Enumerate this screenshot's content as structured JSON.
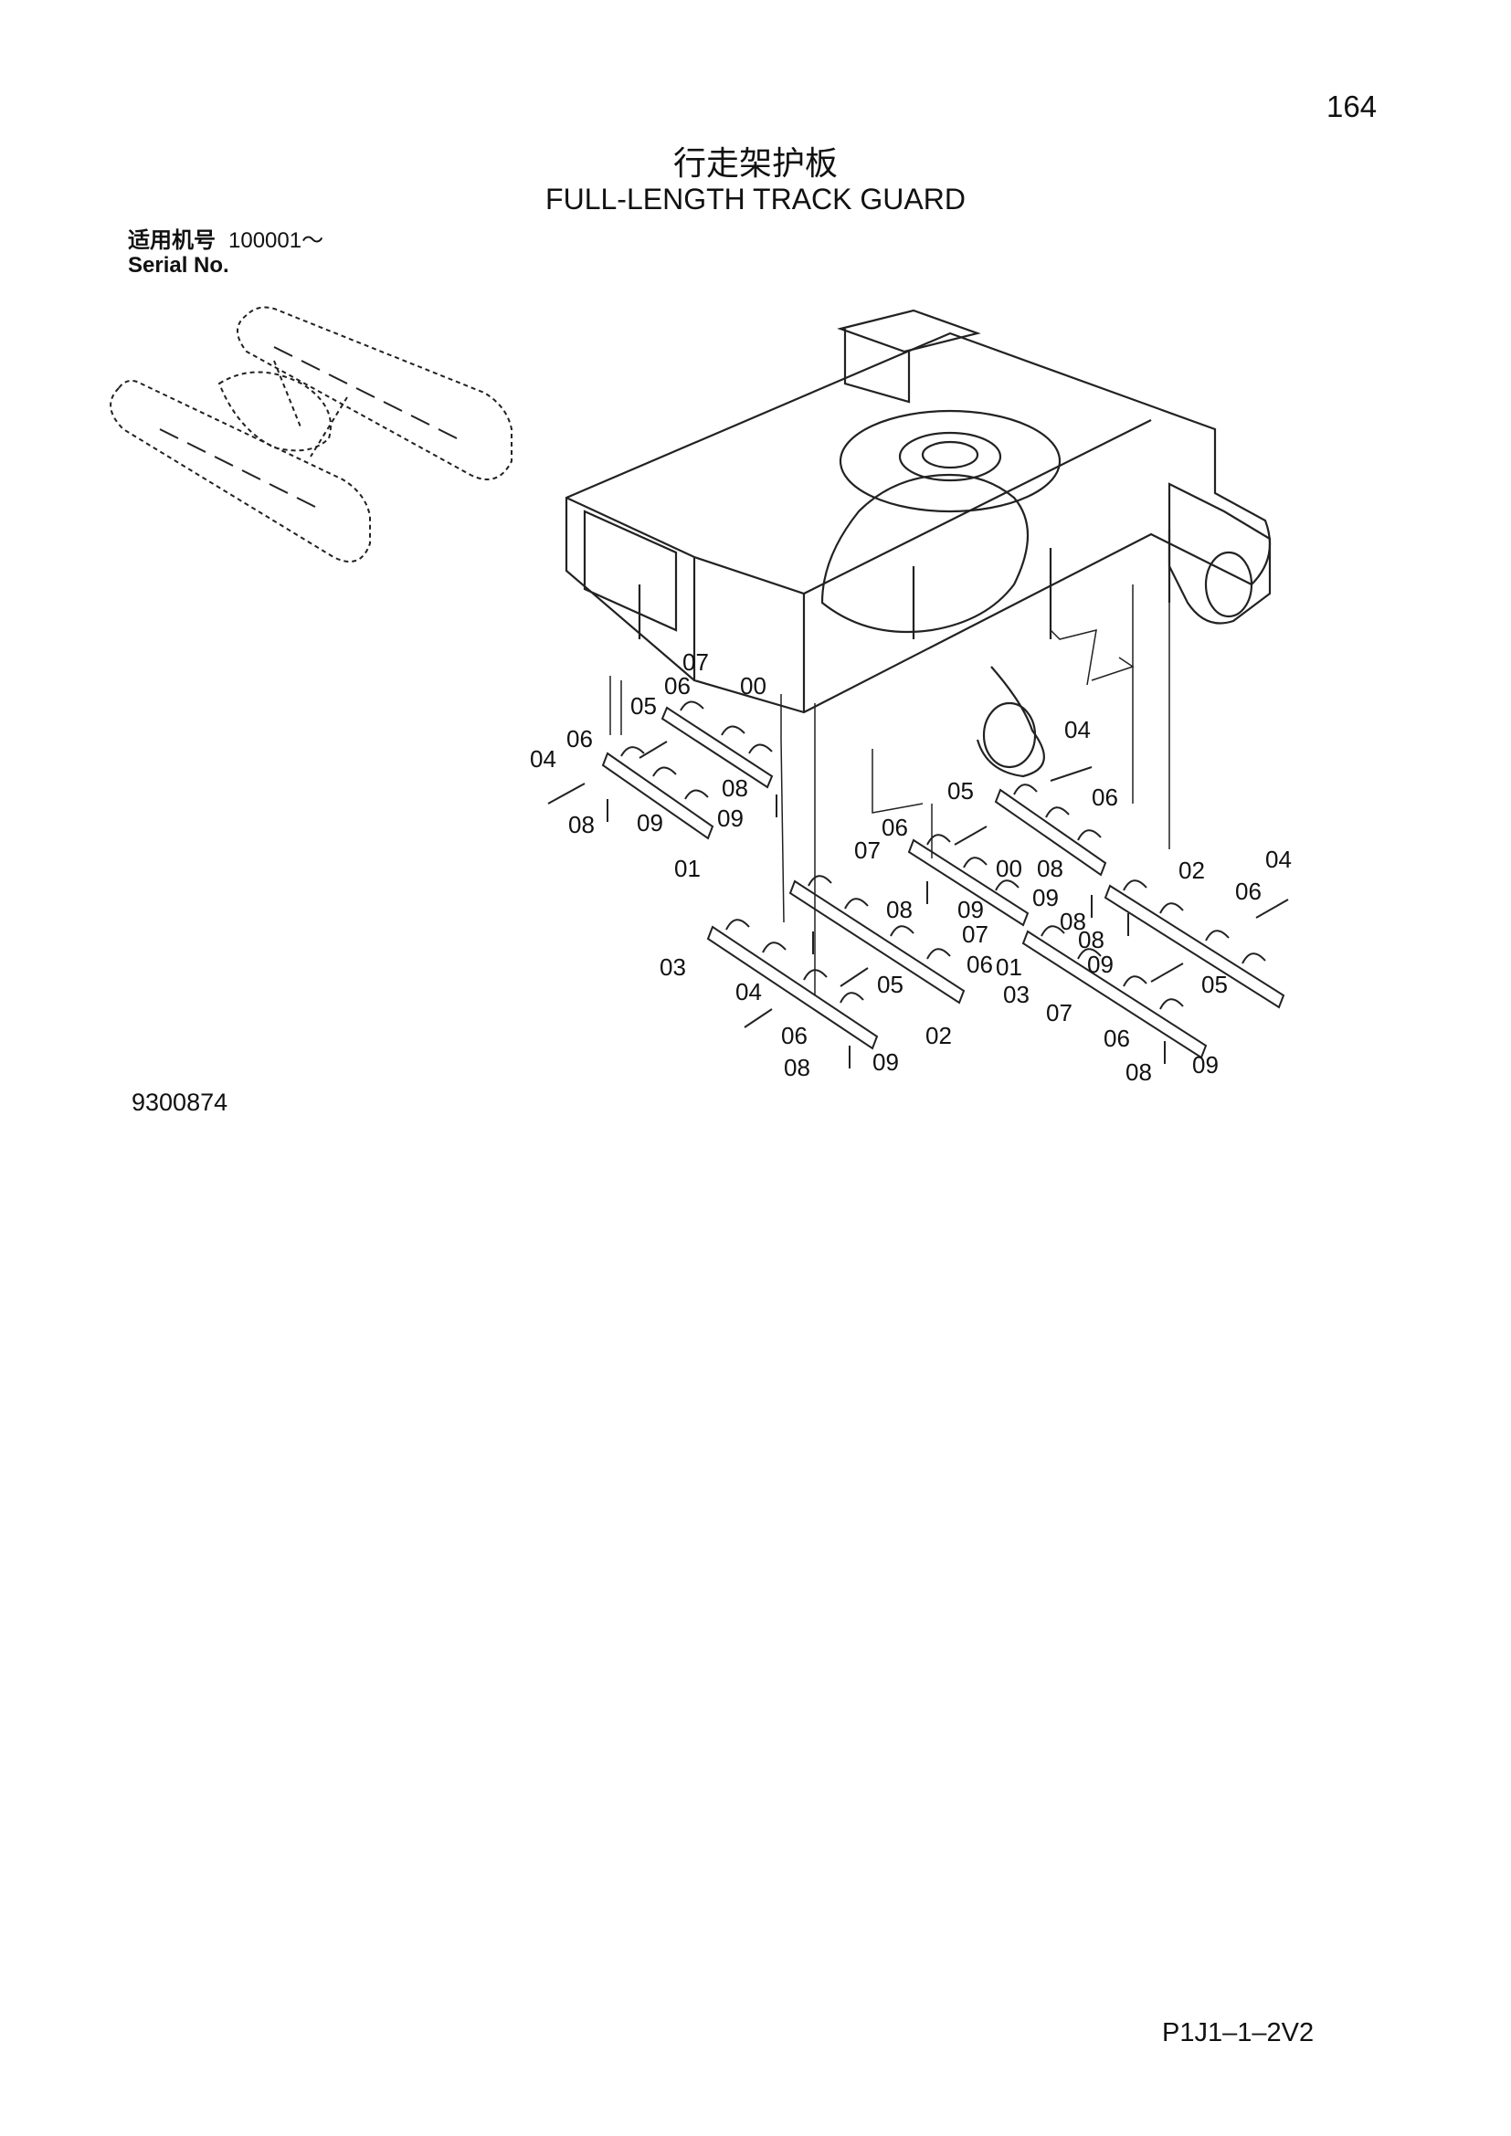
{
  "page_number": "164",
  "title_cn": "行走架护板",
  "title_en": "FULL-LENGTH TRACK GUARD",
  "serial": {
    "label_cn": "适用机号",
    "range": "100001～",
    "label_en": "Serial No."
  },
  "drawing_number": "9300874",
  "page_code": "P1J1–1–2V2",
  "callouts": [
    "07",
    "06",
    "00",
    "05",
    "06",
    "04",
    "08",
    "09",
    "08",
    "09",
    "01",
    "04",
    "05",
    "06",
    "07",
    "06",
    "00",
    "08",
    "08",
    "09",
    "09",
    "08",
    "07",
    "06",
    "02",
    "04",
    "06",
    "08",
    "09",
    "03",
    "05",
    "04",
    "03",
    "07",
    "06",
    "05",
    "06",
    "02",
    "01",
    "08",
    "09",
    "08",
    "09"
  ]
}
